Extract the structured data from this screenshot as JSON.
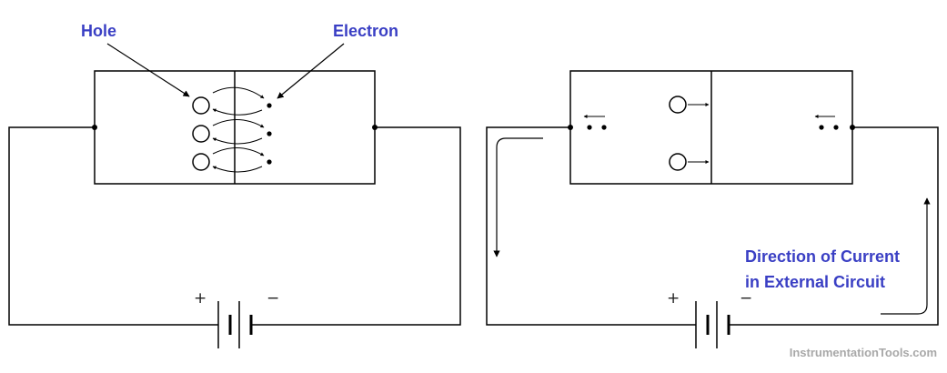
{
  "left_diagram": {
    "hole_label": "Hole",
    "electron_label": "Electron",
    "plus_sign": "+",
    "minus_sign": "−"
  },
  "right_diagram": {
    "current_label_line1": "Direction of Current",
    "current_label_line2": "in External Circuit",
    "plus_sign": "+",
    "minus_sign": "−"
  },
  "watermark": "InstrumentationTools.com",
  "colors": {
    "label": "#3a3fc4",
    "line": "#000000",
    "watermark": "#a8a8a8"
  }
}
